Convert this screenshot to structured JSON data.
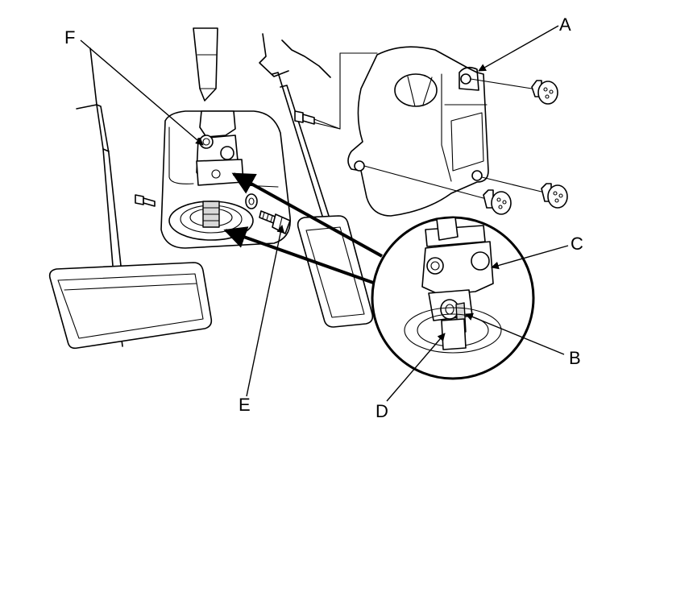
{
  "callouts": {
    "A": "A",
    "B": "B",
    "C": "C",
    "D": "D",
    "E": "E",
    "F": "F"
  },
  "colors": {
    "line": "#000000",
    "background": "#ffffff",
    "shade": "#d8d8d8"
  }
}
